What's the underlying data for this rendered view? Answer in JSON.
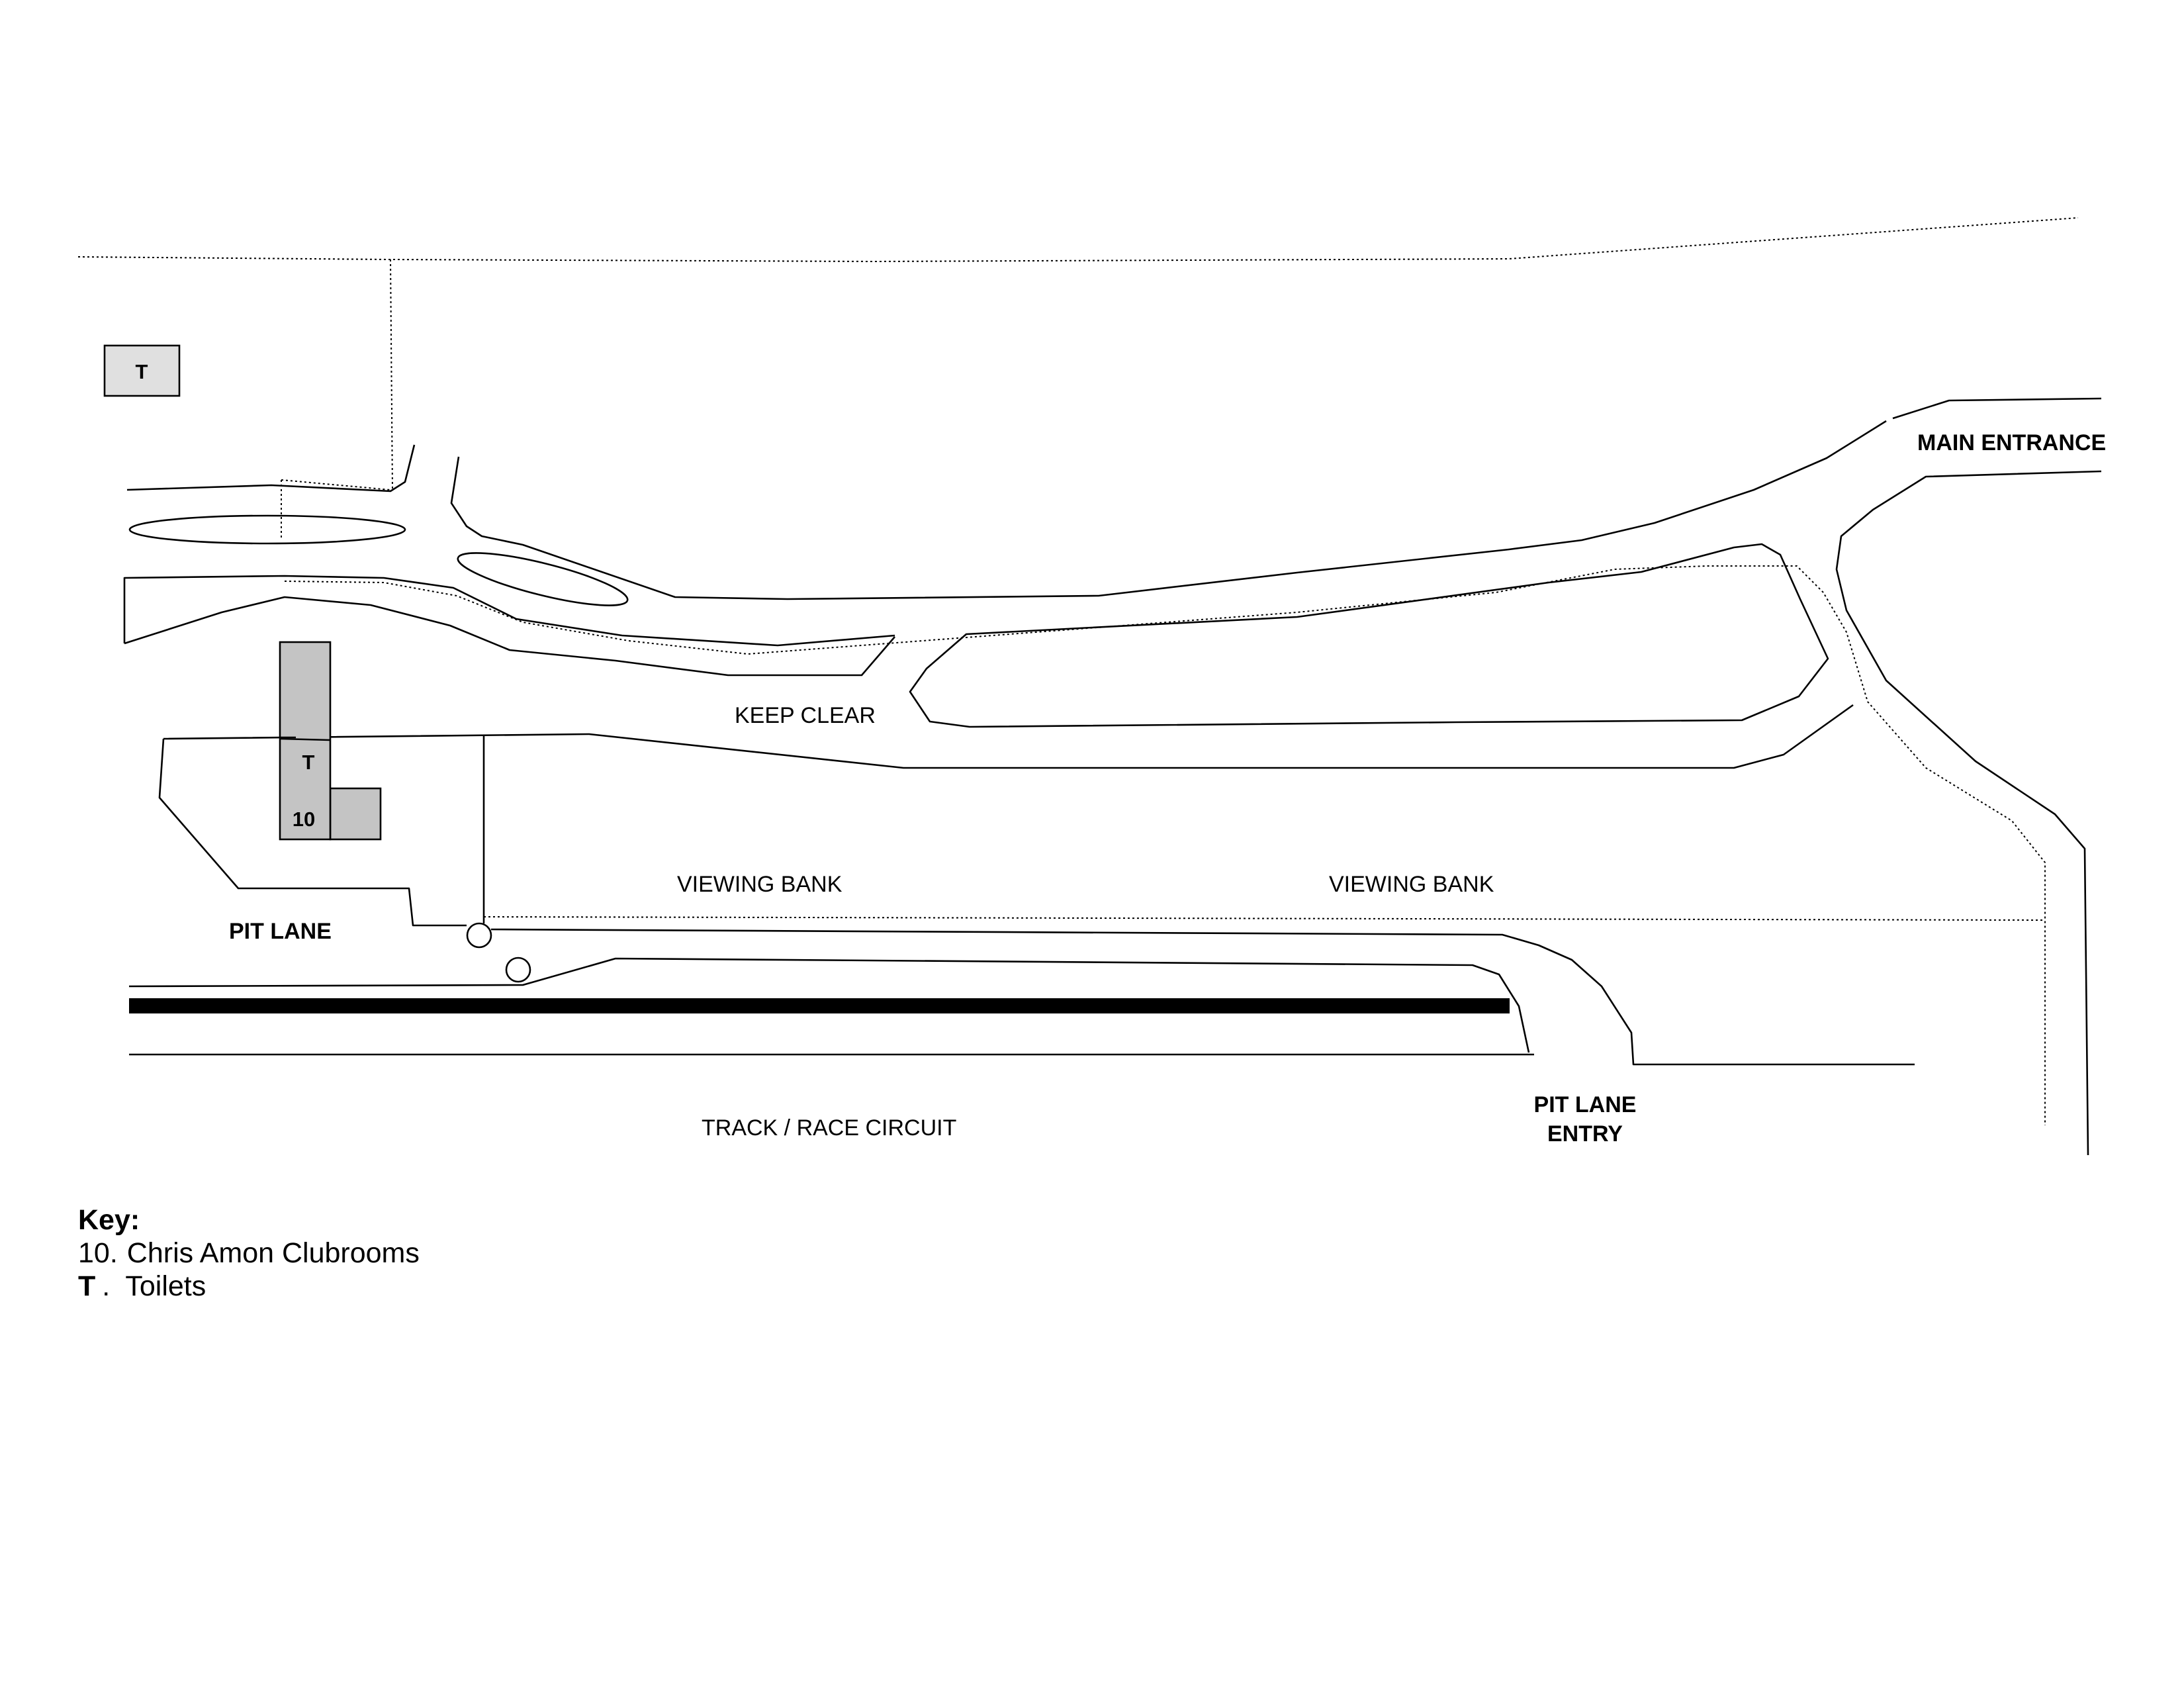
{
  "labels": {
    "main_entrance": "MAIN ENTRANCE",
    "keep_clear": "KEEP CLEAR",
    "viewing_bank_1": "VIEWING BANK",
    "viewing_bank_2": "VIEWING BANK",
    "pit_lane": "PIT LANE",
    "pit_lane_entry_1": "PIT LANE",
    "pit_lane_entry_2": "ENTRY",
    "track": "TRACK / RACE CIRCUIT"
  },
  "buildings": {
    "toilet_block_label": "T",
    "clubroom_toilet_label": "T",
    "clubroom_label": "10"
  },
  "key": {
    "title": "Key:",
    "items": [
      {
        "code": "10.",
        "label": "Chris Amon Clubrooms"
      },
      {
        "code": "T",
        "label": ".  Toilets"
      }
    ]
  }
}
